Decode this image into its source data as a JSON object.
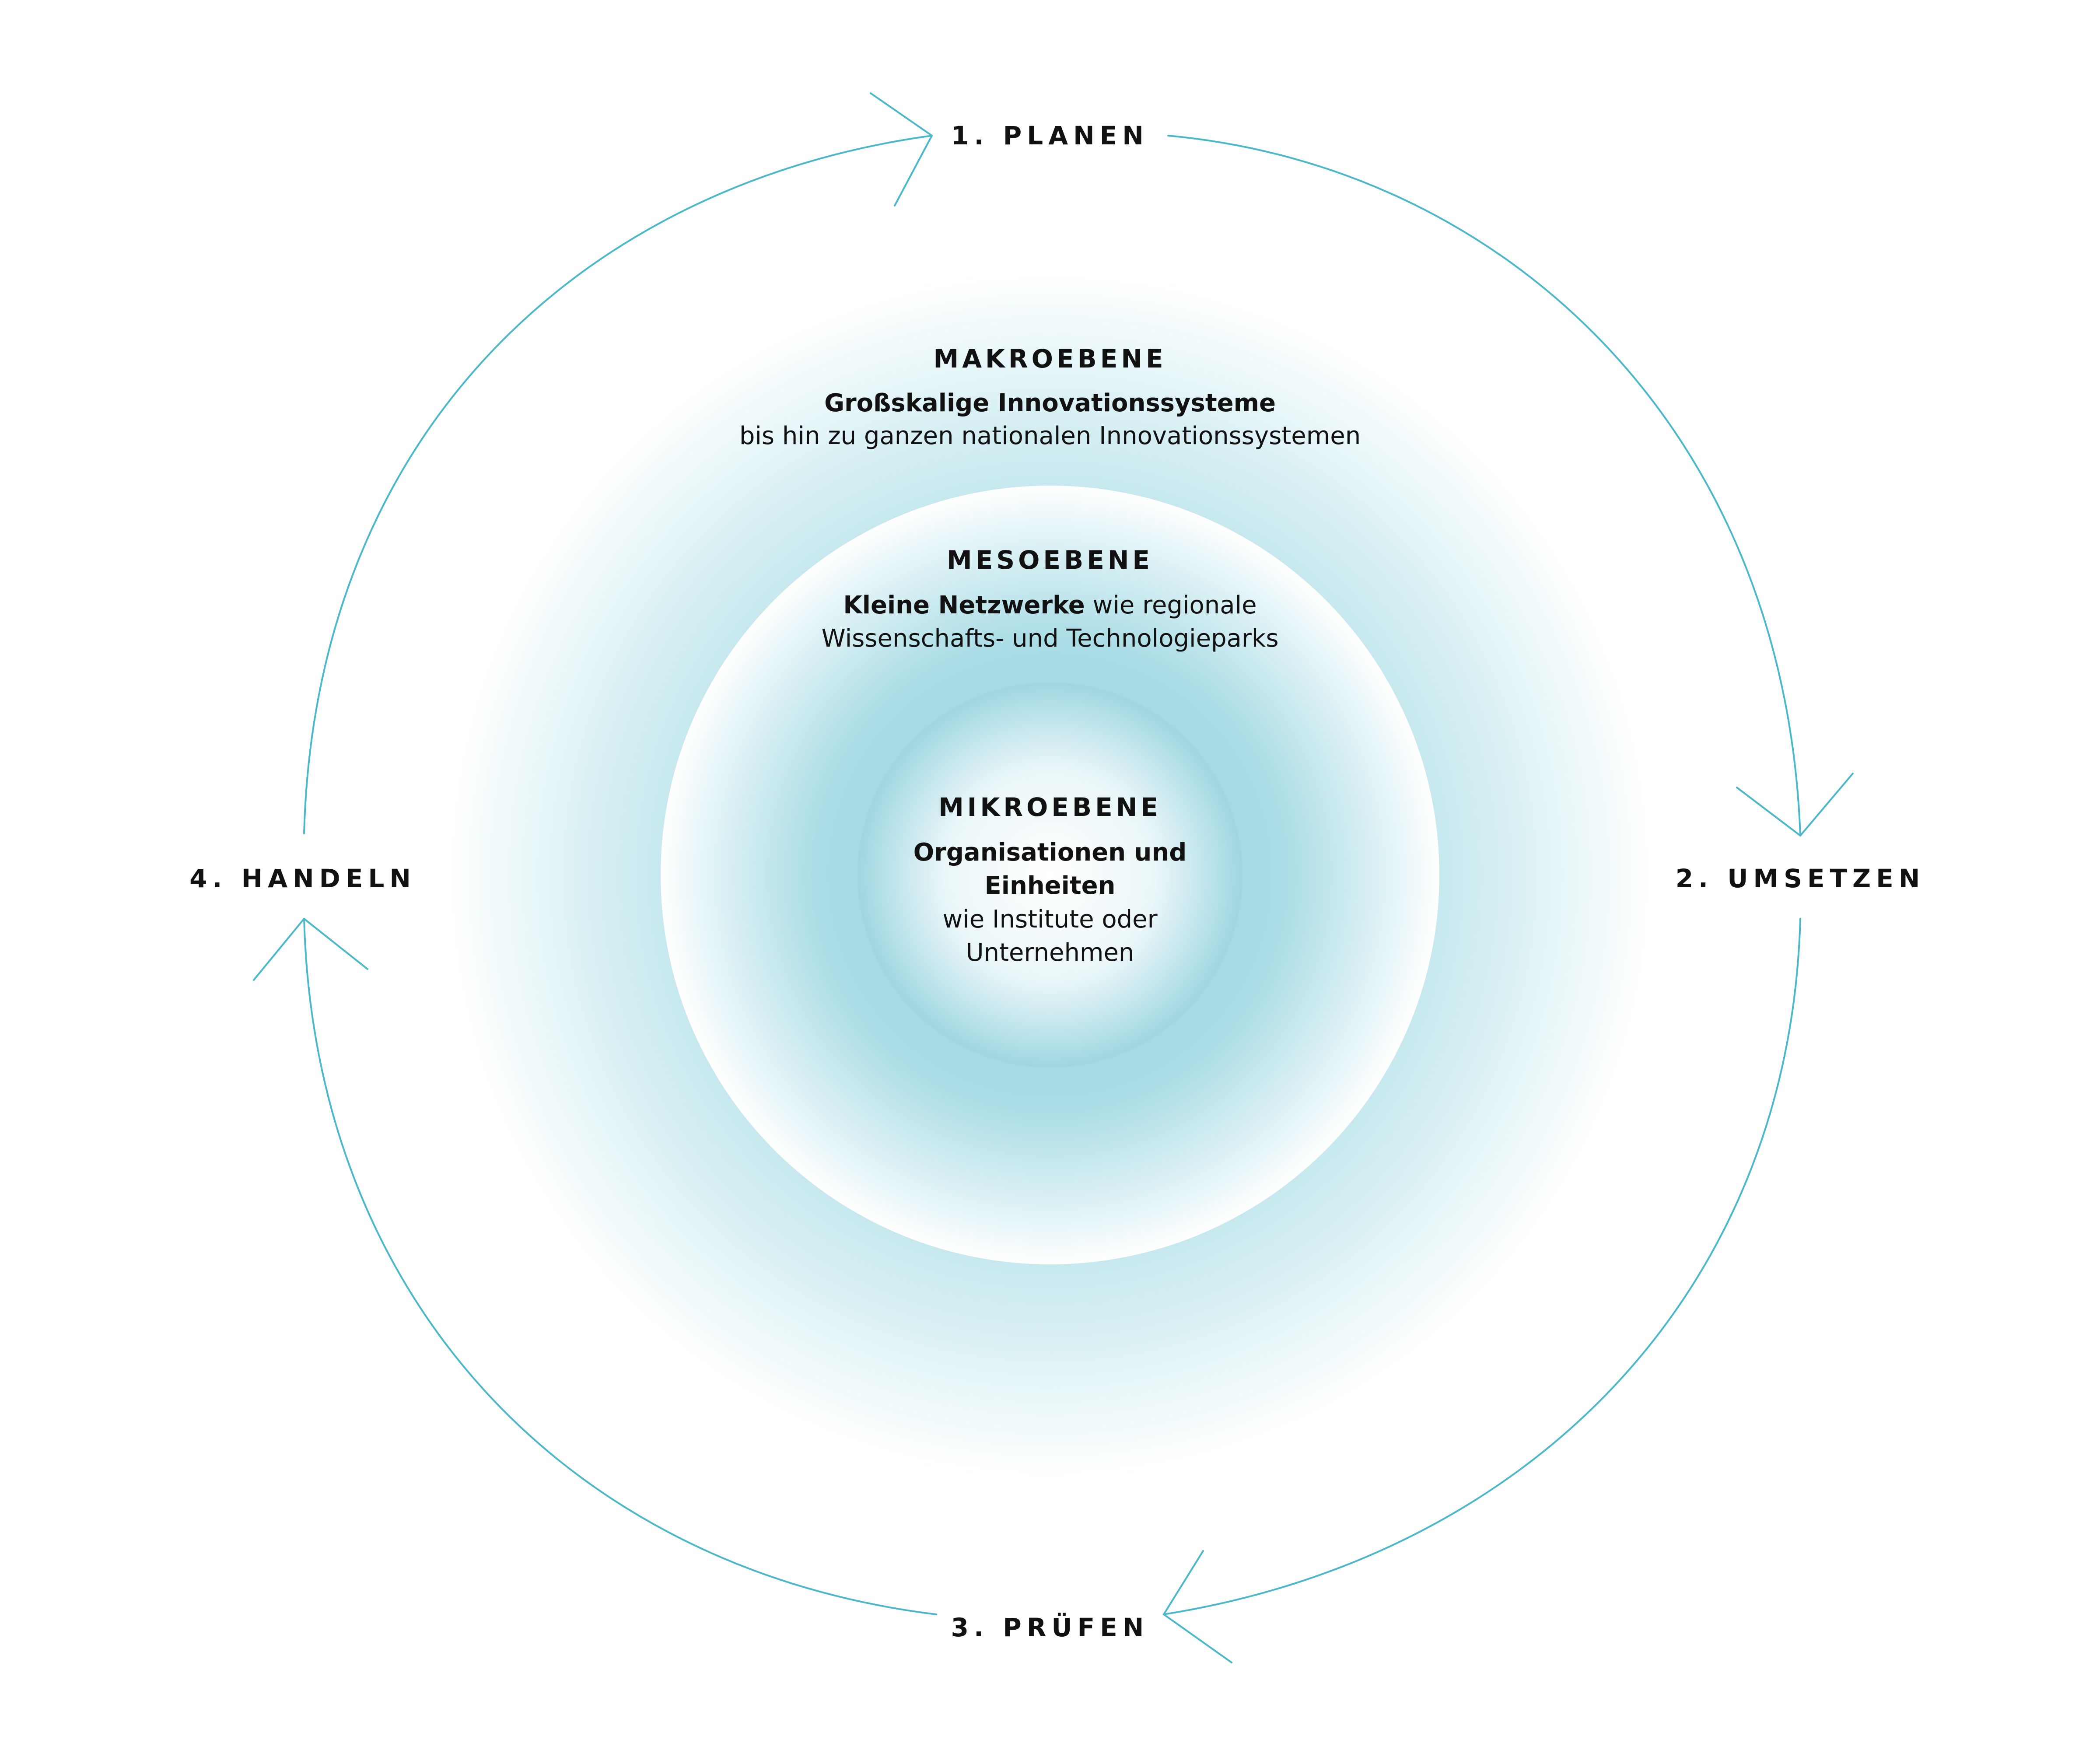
{
  "cycle": {
    "steps": [
      {
        "label": "1. PLANEN"
      },
      {
        "label": "2. UMSETZEN"
      },
      {
        "label": "3. PRÜFEN"
      },
      {
        "label": "4. HANDELN"
      }
    ],
    "arrow_color": "#4ab8c8"
  },
  "levels": {
    "macro": {
      "title": "MAKROEBENE",
      "strong": "Großskalige Innovationssysteme",
      "text": "bis hin zu ganzen nationalen Innovationssystemen"
    },
    "meso": {
      "title": "MESOEBENE",
      "strong": "Kleine Netzwerke",
      "text_inline": " wie regionale",
      "text_line2": "Wissenschafts- und Technologieparks"
    },
    "micro": {
      "title": "MIKROEBENE",
      "strong_line1": "Organisationen und",
      "strong_line2": "Einheiten",
      "text_line1": "wie Institute oder",
      "text_line2": "Unternehmen"
    },
    "gradient_color": "#8fd0dc"
  }
}
